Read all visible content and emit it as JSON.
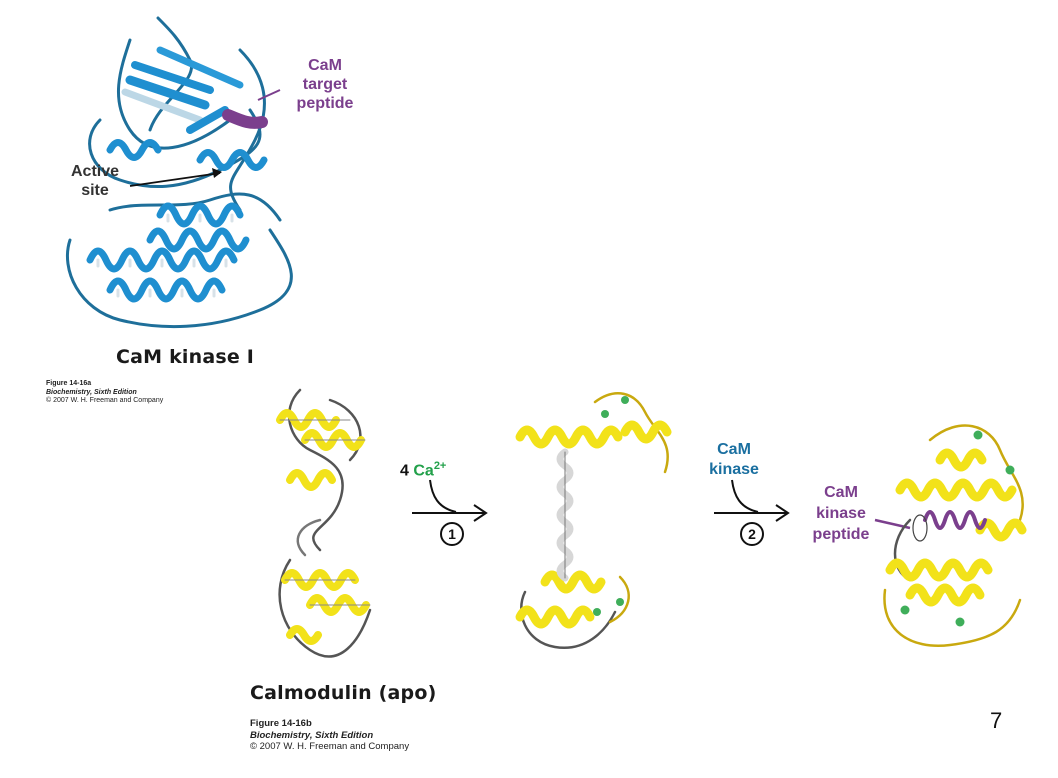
{
  "top_figure": {
    "label_cam_target": [
      "CaM",
      "target",
      "peptide"
    ],
    "label_active_site": [
      "Active",
      "site"
    ],
    "title": "CaM kinase I",
    "caption": {
      "figure": "Figure 14-16a",
      "book": "Biochemistry, Sixth Edition",
      "copyright": "© 2007 W. H. Freeman and Company"
    }
  },
  "bottom_figure": {
    "step1": {
      "count": "4",
      "ion": "Ca",
      "charge": "2+",
      "number": "1"
    },
    "step2": {
      "reagent": [
        "CaM",
        "kinase"
      ],
      "number": "2"
    },
    "label_peptide": [
      "CaM",
      "kinase",
      "peptide"
    ],
    "title": "Calmodulin (apo)",
    "caption": {
      "figure": "Figure 14-16b",
      "book": "Biochemistry, Sixth Edition",
      "copyright": "© 2007 W. H. Freeman and Company"
    }
  },
  "slide_number": "7",
  "colors": {
    "kinase_ribbon": "#1f8fd0",
    "calmodulin_ribbon": "#f2e21a",
    "peptide": "#7b3f8d",
    "calcium": "#3fae5a",
    "label_blue": "#1a6fa0"
  },
  "icons": [
    "protein-ribbon-structure",
    "reaction-arrow"
  ]
}
